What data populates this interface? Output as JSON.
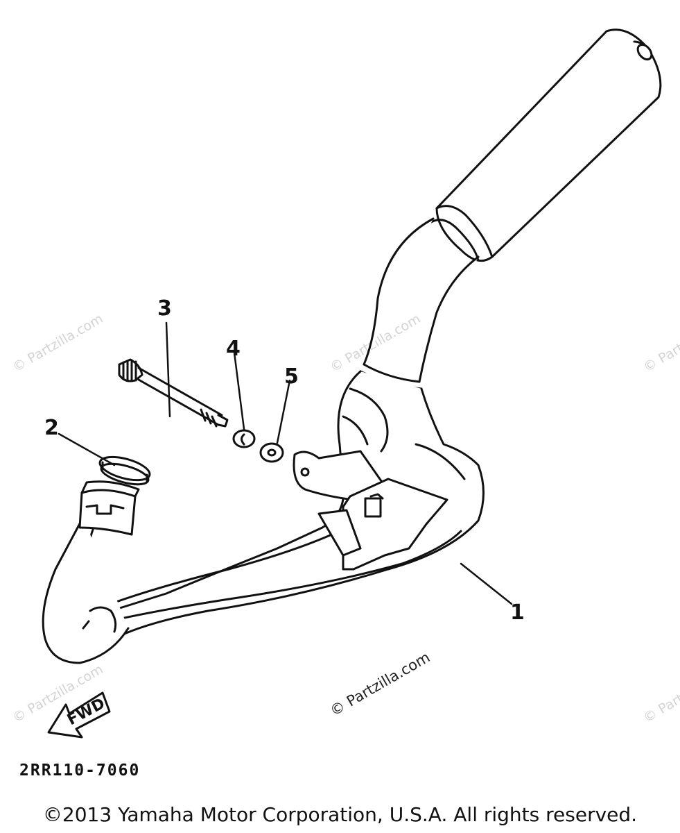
{
  "part_labels": [
    "1",
    "2",
    "3",
    "4",
    "5"
  ],
  "fwd_label": "FWD",
  "diagram_code": "2RR110-7060",
  "copyright": "©2013 Yamaha Motor Corporation, U.S.A. All rights reserved.",
  "watermark": "© Partzilla.com",
  "colors": {
    "line": "#111111",
    "watermark": "#d4d4d4",
    "background": "#ffffff"
  }
}
